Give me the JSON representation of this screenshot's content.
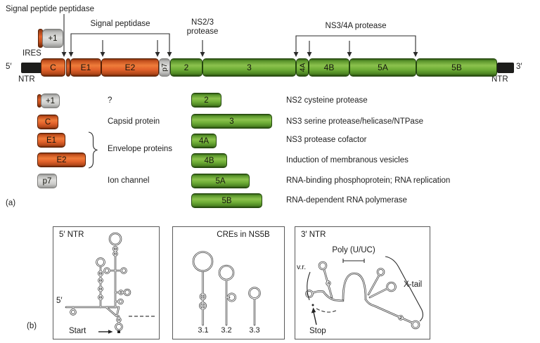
{
  "figure": {
    "panel_a_label": "(a)",
    "panel_b_label": "(b)"
  },
  "annotations": {
    "signal_peptide_peptidase": "Signal peptide peptidase",
    "signal_peptidase": "Signal peptidase",
    "ns23_line1": "NS2/3",
    "ns23_line2": "protease",
    "ns34a_protease": "NS3/4A protease",
    "ires": "IRES",
    "plus_one": "+1"
  },
  "genome": {
    "five_prime": "5′",
    "five_ntr": "NTR",
    "three_prime": "3′",
    "three_ntr": "NTR",
    "segments": [
      "C",
      "E1",
      "E2",
      "p7",
      "2",
      "3",
      "4A",
      "4B",
      "5A",
      "5B"
    ]
  },
  "legend_left": {
    "rows": [
      {
        "swatch": "+1",
        "desc": "?"
      },
      {
        "swatch": "C",
        "desc": "Capsid protein"
      },
      {
        "swatch": "E1"
      },
      {
        "swatch": "E2"
      },
      {
        "swatch": "p7",
        "desc": "Ion channel"
      }
    ],
    "envelope_label": "Envelope proteins"
  },
  "legend_right": {
    "rows": [
      {
        "swatch": "2",
        "desc": "NS2 cysteine protease"
      },
      {
        "swatch": "3",
        "desc": "NS3 serine protease/helicase/NTPase"
      },
      {
        "swatch": "4A",
        "desc": "NS3 protease cofactor"
      },
      {
        "swatch": "4B",
        "desc": "Induction of membranous vesicles"
      },
      {
        "swatch": "5A",
        "desc": "RNA-binding phosphoprotein; RNA replication"
      },
      {
        "swatch": "5B",
        "desc": "RNA-dependent RNA polymerase"
      }
    ]
  },
  "panel_b": {
    "p1": {
      "title": "5′ NTR",
      "five_prime": "5′",
      "start_label": "Start"
    },
    "p2": {
      "title": "CREs in NS5B",
      "items": [
        "3.1",
        "3.2",
        "3.3"
      ]
    },
    "p3": {
      "title": "3′ NTR",
      "poly_label": "Poly (U/UC)",
      "vr_label": "v.r.",
      "xtail_label": "X-tail",
      "stop_label": "Stop"
    }
  },
  "colors": {
    "orange": "#e2622b",
    "green": "#6fae37",
    "gray": "#cdcdcb",
    "ntr_black": "#1d1d1b"
  }
}
